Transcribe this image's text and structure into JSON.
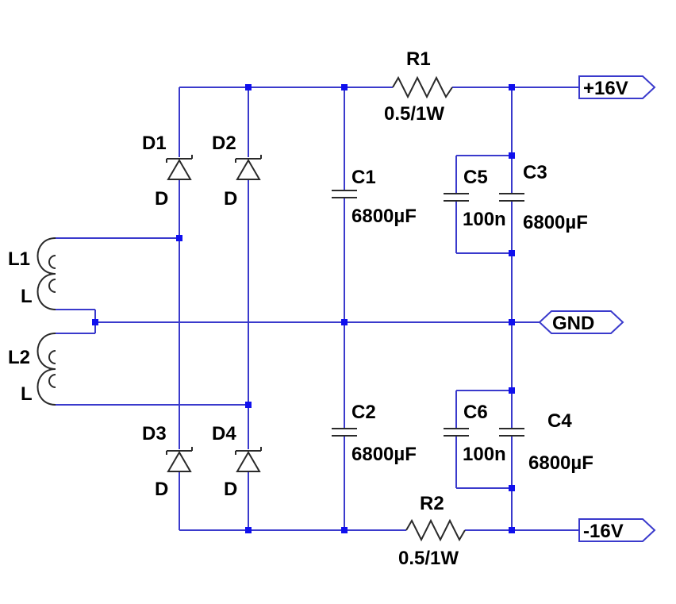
{
  "components": {
    "D1": {
      "name": "D1",
      "value": "D"
    },
    "D2": {
      "name": "D2",
      "value": "D"
    },
    "D3": {
      "name": "D3",
      "value": "D"
    },
    "D4": {
      "name": "D4",
      "value": "D"
    },
    "L1": {
      "name": "L1",
      "value": "L"
    },
    "L2": {
      "name": "L2",
      "value": "L"
    },
    "R1": {
      "name": "R1",
      "value": "0.5/1W"
    },
    "R2": {
      "name": "R2",
      "value": "0.5/1W"
    },
    "C1": {
      "name": "C1",
      "value": "6800µF"
    },
    "C2": {
      "name": "C2",
      "value": "6800µF"
    },
    "C3": {
      "name": "C3",
      "value": "6800µF"
    },
    "C4": {
      "name": "C4",
      "value": "6800µF"
    },
    "C5": {
      "name": "C5",
      "value": "100n"
    },
    "C6": {
      "name": "C6",
      "value": "100n"
    }
  },
  "ports": {
    "positive": "+16V",
    "ground": "GND",
    "negative": "-16V"
  },
  "colors": {
    "wire": "#3a3acc",
    "junction": "#1010ee",
    "component": "#2a2a2a",
    "text": "#000000",
    "background": "#ffffff"
  }
}
